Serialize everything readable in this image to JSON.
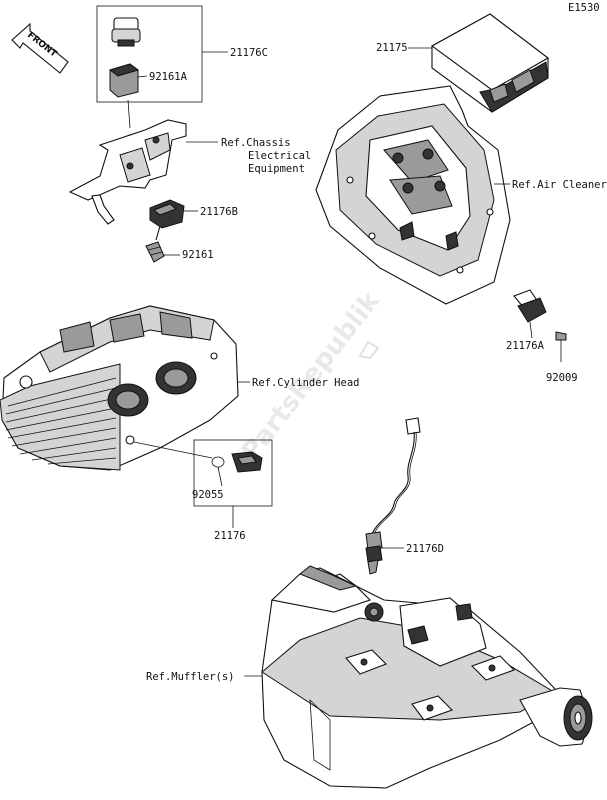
{
  "diagram_code": "E1530",
  "front_indicator": "FRONT",
  "watermark": "PartsRepublik",
  "labels": {
    "sensor_21176c": "21176C",
    "connector_92161a": "92161A",
    "ref_chassis_1": "Ref.Chassis",
    "ref_chassis_2": "Electrical",
    "ref_chassis_3": "Equipment",
    "sensor_21176b": "21176B",
    "bolt_92161": "92161",
    "ecu_21175": "21175",
    "ref_air_cleaner": "Ref.Air Cleaner",
    "sensor_21176a": "21176A",
    "screw_92009": "92009",
    "ref_cylinder_head": "Ref.Cylinder Head",
    "gasket_92055": "92055",
    "sensor_21176": "21176",
    "o2_sensor_21176d": "21176D",
    "ref_muffler": "Ref.Muffler(s)"
  }
}
